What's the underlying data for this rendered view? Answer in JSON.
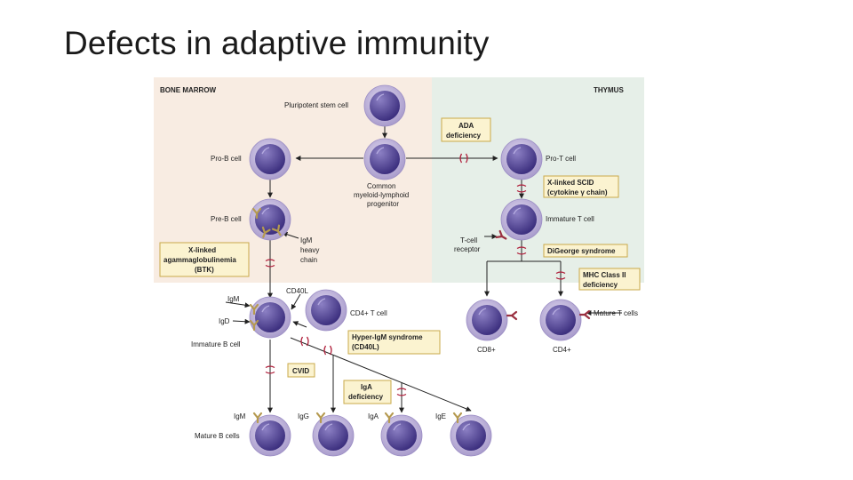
{
  "slide": {
    "title": "Defects in adaptive immunity"
  },
  "regions": {
    "bone_marrow": "BONE MARROW",
    "thymus": "THYMUS"
  },
  "cells": {
    "stem": "Pluripotent stem cell",
    "pro_b": "Pro-B cell",
    "common_1": "Common",
    "common_2": "myeloid-lymphoid",
    "common_3": "progenitor",
    "pre_b": "Pre-B cell",
    "pro_t": "Pro-T cell",
    "immature_t": "Immature T cell",
    "tcr_1": "T-cell",
    "tcr_2": "receptor",
    "igm_hc_1": "IgM",
    "igm_hc_2": "heavy",
    "igm_hc_3": "chain",
    "cd40l": "CD40L",
    "cd4_t": "CD4+ T cell",
    "imm_b_igm": "IgM",
    "imm_b_igd": "IgD",
    "immature_b": "Immature B cell",
    "cd8": "CD8+",
    "cd4": "CD4+",
    "mature_t": "Mature T cells",
    "mature_b": "Mature B cells",
    "ig_igm": "IgM",
    "ig_igg": "IgG",
    "ig_iga": "IgA",
    "ig_ige": "IgE"
  },
  "defects": {
    "ada_1": "ADA",
    "ada_2": "deficiency",
    "scid_1": "X-linked SCID",
    "scid_2": "(cytokine γ chain)",
    "digeorge": "DiGeorge syndrome",
    "mhc_1": "MHC Class II",
    "mhc_2": "deficiency",
    "xla_1": "X-linked",
    "xla_2": "agammaglobulinemia",
    "xla_3": "(BTK)",
    "higm_1": "Hyper-IgM syndrome",
    "higm_2": "(CD40L)",
    "cvid": "CVID",
    "iga_1": "IgA",
    "iga_2": "deficiency"
  },
  "colors": {
    "bone_marrow_bg": "#f8ece2",
    "thymus_bg": "#e6efe8",
    "cell_outer": "#c3b7dc",
    "cell_inner": "#5b4ea0",
    "block_mark": "#b0203c",
    "receptor": "#b59a50"
  }
}
